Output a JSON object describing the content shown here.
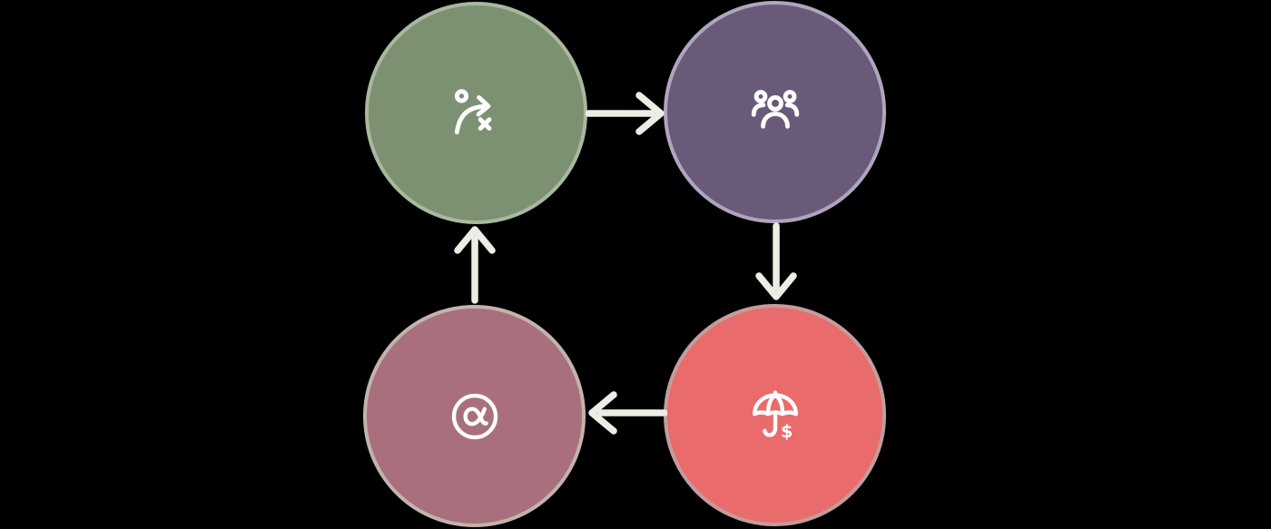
{
  "diagram": {
    "background": "#000000",
    "arrow_color": "#ECEDE5",
    "icon_stroke": "#FDFDFD",
    "nodes": [
      {
        "name": "strategy",
        "position": "top-left",
        "icon": "strategy-icon",
        "fill": "#7C9172",
        "border": "#A9B89E"
      },
      {
        "name": "people-group",
        "position": "top-right",
        "icon": "people-group-icon",
        "fill": "#6A5A7A",
        "border": "#AFA5BE"
      },
      {
        "name": "umbrella-dollar",
        "position": "bottom-right",
        "icon": "umbrella-dollar-icon",
        "fill": "#E96B6B",
        "border": "#C49C9E",
        "glyph": "$"
      },
      {
        "name": "alpha",
        "position": "bottom-left",
        "icon": "alpha-icon",
        "fill": "#A96F7D",
        "border": "#C3B3AB"
      }
    ],
    "arrows": [
      {
        "from": "strategy",
        "to": "people-group",
        "direction": "right"
      },
      {
        "from": "people-group",
        "to": "umbrella-dollar",
        "direction": "down"
      },
      {
        "from": "umbrella-dollar",
        "to": "alpha",
        "direction": "left"
      },
      {
        "from": "alpha",
        "to": "strategy",
        "direction": "up"
      }
    ]
  }
}
